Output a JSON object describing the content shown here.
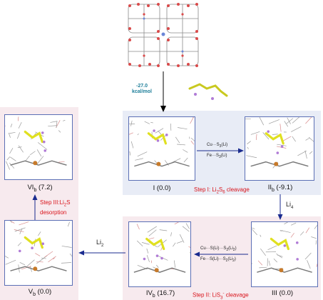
{
  "adsorption": {
    "value": "-27.0",
    "unit": "kcal/mol"
  },
  "states": [
    {
      "id": "I",
      "label": "I (0.0)"
    },
    {
      "id": "IIb",
      "label": "II",
      "sub": "b",
      "energy": " (-9.1)"
    },
    {
      "id": "III",
      "label": "III (0.0)"
    },
    {
      "id": "IVb",
      "label": "IV",
      "sub": "b",
      "energy": " (16.7)"
    },
    {
      "id": "Vb",
      "label": "V",
      "sub": "b",
      "energy": " (0.0)"
    },
    {
      "id": "VIb",
      "label": "VI",
      "sub": "b",
      "energy": " (7.2)"
    }
  ],
  "steps": {
    "step1": {
      "text": "Step I: Li",
      "sub1": "2",
      "text2": "S",
      "sub2": "6",
      "text3": " cleavage"
    },
    "step2": {
      "text": "Step II: LiS",
      "sub1": "3",
      "sup": "-",
      "text3": " cleavage"
    },
    "step3": {
      "line1": "Step III:Li",
      "sub1": "2",
      "line1b": "S",
      "line2": "desorption"
    }
  },
  "transitions": {
    "t1_top": {
      "a": "Cu···S",
      "s": "3",
      "b": "(Li)"
    },
    "t1_bot": {
      "a": "Fe···S",
      "s": "3",
      "b": "(Li)"
    },
    "t2_top": {
      "a": "Cu···S(Li)···S",
      "s": "2",
      "b": "(Li",
      "s2": "2",
      "c": ")"
    },
    "t2_bot": {
      "a": "Fe···S(Li)···S",
      "s": "2",
      "b": "(Li",
      "s2": "2",
      "c": ")"
    }
  },
  "li_labels": {
    "li4": "Li",
    "li4_sub": "4",
    "li2": "Li",
    "li2_sub": "2"
  }
}
